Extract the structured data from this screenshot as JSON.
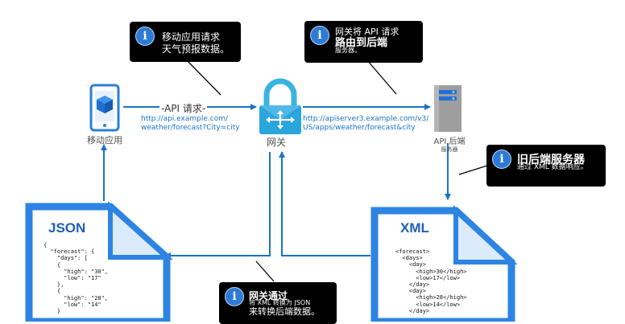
{
  "callouts": {
    "mobile_request": {
      "line1": "移动应用请求",
      "line2": "天气预报数据。"
    },
    "gateway_route": {
      "line1": "网关将 API 请求",
      "line2": "路由到后端",
      "line3": "服务器。"
    },
    "legacy_backend": {
      "line1": "旧后端服务器",
      "line2": "通过 XML 数据响应。"
    },
    "gateway_transform": {
      "line1": "网关通过",
      "line2": "将 XML 转换为 JSON",
      "line3": "来转换后端数据。"
    }
  },
  "nodes": {
    "mobile_label": "移动应用",
    "gateway_label": "网关",
    "backend_label": "API 后端",
    "backend_sublabel": "服务器"
  },
  "arrows": {
    "api_request_label": "-API 请求-",
    "client_url_line1": "http://api.example.com/",
    "client_url_line2": "weather/forecast?City=city",
    "backend_url_line1": "http://apiserver3.example.com/v3/",
    "backend_url_line2": "US/apps/weather/forecast&city"
  },
  "documents": {
    "json_title": "JSON",
    "json_lines": [
      "{",
      "  \"forecast\": {",
      "    \"days\": [",
      "    {",
      "      \"high\": \"30\",",
      "      \"low\": \"17\"",
      "    },",
      "    {",
      "      \"high\": \"28\",",
      "      \"low\": \"14\"",
      "    }"
    ],
    "xml_title": "XML",
    "xml_lines": [
      "<forecast>",
      "  <days>",
      "    <day>",
      "      <high>30</high>",
      "      <low>17</low>",
      "    </day>",
      "    <day>",
      "      <high>28</high>",
      "      <low>14</low>",
      "    </day>"
    ]
  },
  "colors": {
    "accent": "#1a73c8",
    "gateway": "#3bb3e0",
    "callout_bg": "#000000",
    "info_icon": "#2e7bd6"
  },
  "icons": [
    "info-icon",
    "mobile-phone-icon",
    "gateway-lock-icon",
    "server-icon"
  ]
}
